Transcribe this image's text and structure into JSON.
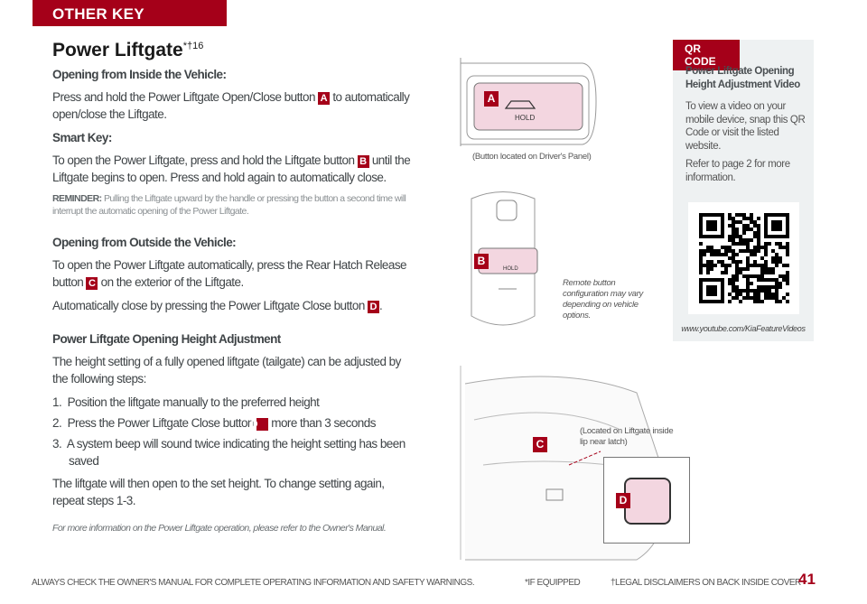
{
  "header": {
    "section": "OTHER KEY FEATURES"
  },
  "title": {
    "text": "Power Liftgate",
    "superscript": "*†16"
  },
  "inside": {
    "heading": "Opening from Inside the Vehicle:",
    "text_before": "Press and hold the Power Liftgate Open/Close button",
    "badge": "A",
    "text_after": "to automatically open/close the Liftgate."
  },
  "smartkey": {
    "heading": "Smart Key:",
    "text_before": "To open the Power Liftgate, press and hold the Liftgate button",
    "badge": "B",
    "text_after": "until the Liftgate begins to open. Press and hold again to automatically close."
  },
  "reminder": {
    "label": "REMINDER:",
    "text": "Pulling the Liftgate upward by the handle or pressing the button a second time will interrupt the automatic opening of the Power Liftgate."
  },
  "outside": {
    "heading": "Opening from Outside the Vehicle:",
    "p1_before": "To open the Power Liftgate automatically, press the Rear Hatch Release button",
    "p1_badge": "C",
    "p1_after": "on the exterior of the Liftgate.",
    "p2_before": "Automatically close by pressing the Power Liftgate Close button",
    "p2_badge": "D",
    "p2_after": "."
  },
  "height": {
    "heading": "Power Liftgate Opening Height Adjustment",
    "intro": "The height setting of a fully opened liftgate (tailgate) can be adjusted by the following steps:",
    "steps": [
      {
        "num": "1.",
        "before": "Position the liftgate manually to the preferred height",
        "badge": "",
        "after": ""
      },
      {
        "num": "2.",
        "before": "Press the Power Liftgate Close button",
        "badge": "D",
        "after": "more than 3 seconds"
      },
      {
        "num": "3.",
        "before": "A system beep will sound twice indicating the height setting has been saved",
        "badge": "",
        "after": ""
      }
    ],
    "outro": "The liftgate will then open to the set height. To change setting again, repeat steps 1-3."
  },
  "note": "For more information on the Power Liftgate operation, please refer to the Owner's Manual.",
  "qr": {
    "tag": "QR CODE",
    "title": "Power Liftgate Opening Height Adjustment Video",
    "p1": "To view a video on your mobile device, snap this QR Code or visit the listed website.",
    "p2": "Refer to page 2 for more information.",
    "url": "www.youtube.com/KiaFeatureVideos"
  },
  "images": {
    "hold": "HOLD",
    "caption_a": "(Button located on Driver's Panel)",
    "caption_key": "Remote button configuration may vary depending on vehicle options.",
    "caption_c": "(Located on Liftgate inside lip near latch)",
    "labels": [
      "A",
      "B",
      "C",
      "D"
    ]
  },
  "footer": {
    "warning": "ALWAYS CHECK THE OWNER'S MANUAL FOR COMPLETE OPERATING INFORMATION AND SAFETY WARNINGS.",
    "equipped": "*IF EQUIPPED",
    "legal": "†LEGAL DISCLAIMERS ON BACK INSIDE COVER",
    "page": "41"
  },
  "colors": {
    "accent": "#a50019",
    "panel": "#eef1f2",
    "button_pink": "#f3d6e0"
  }
}
